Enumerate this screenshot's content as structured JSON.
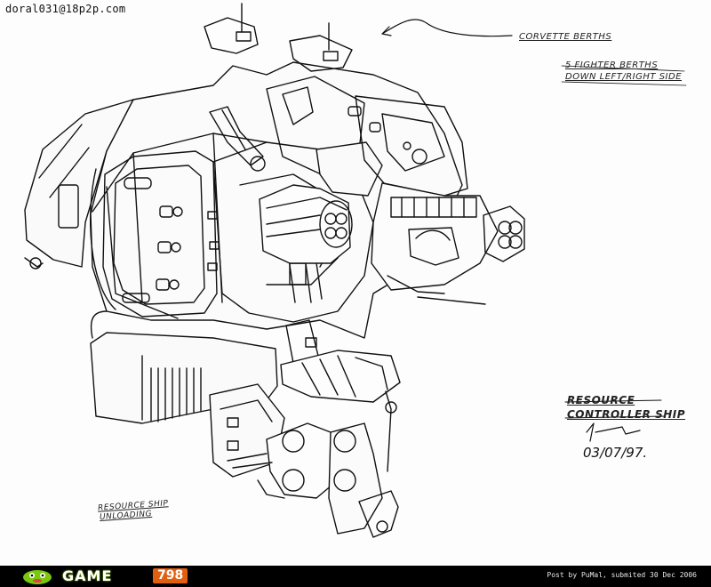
{
  "watermark_email": "doral031@18p2p.com",
  "annotations": {
    "corvette_berths": "CORVETTE BERTHS",
    "fighter_berths_line1": "5 FIGHTER BERTHS",
    "fighter_berths_line2": "DOWN LEFT/RIGHT SIDE",
    "title_line1": "RESOURCE",
    "title_line2": "CONTROLLER SHIP",
    "date": "03/07/97.",
    "unloading_line1": "RESOURCE SHIP",
    "unloading_line2": "UNLOADING"
  },
  "footer": {
    "logo_text": "GAME",
    "logo_number": "798",
    "credit": "Post by PuMal, submited 30 Dec 2006",
    "background": "#000000",
    "accent": "#e06010"
  }
}
